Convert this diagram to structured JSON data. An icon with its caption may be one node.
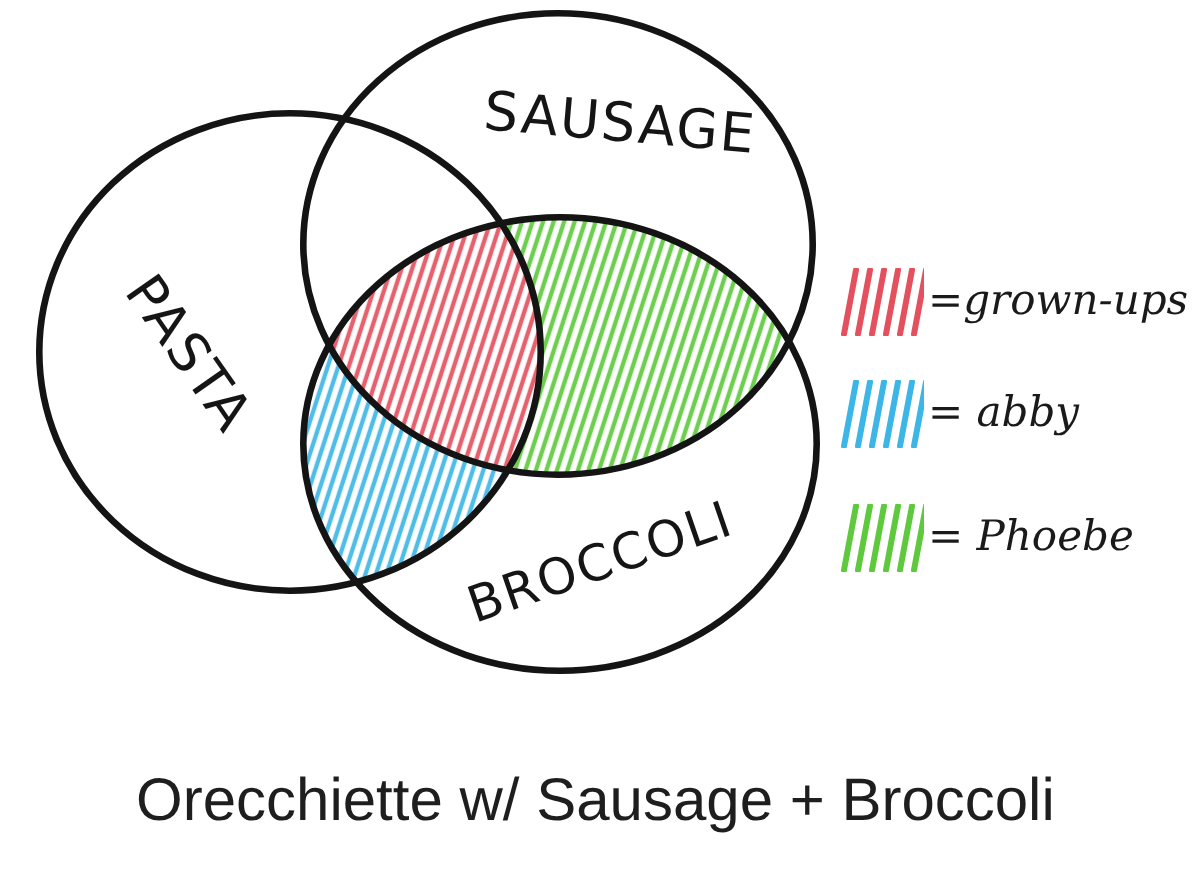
{
  "diagram": {
    "caption": "Orecchiette w/ Sausage + Broccoli",
    "nodes": [
      {
        "text": [
          "SAUSAGE"
        ]
      },
      {
        "text": [
          "PASTA"
        ]
      },
      {
        "text": [
          "BROCCOLI"
        ]
      },
      {
        "text": [],
        "shape": "region"
      },
      {
        "text": [],
        "shape": "region"
      },
      {
        "text": [],
        "shape": "region"
      }
    ],
    "legend": [
      {
        "text": "=grown-ups",
        "color": "#e4505e"
      },
      {
        "text": "= abby",
        "color": "#3cb6e6"
      },
      {
        "text": "= Phoebe",
        "color": "#5ec93c"
      }
    ]
  }
}
